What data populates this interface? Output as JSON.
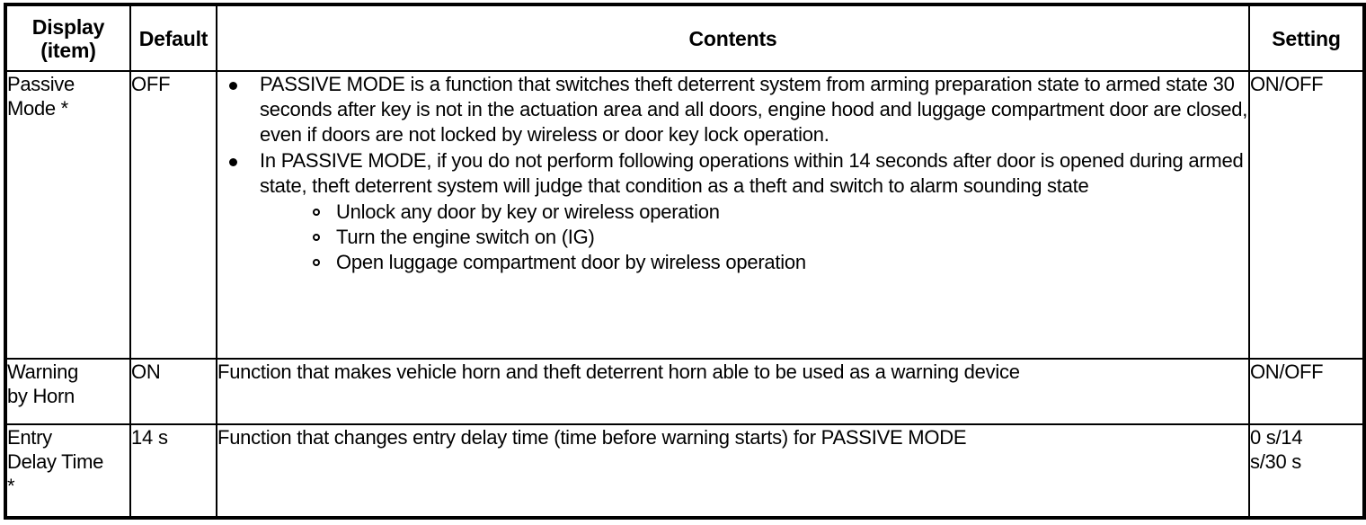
{
  "table": {
    "headers": {
      "display": "Display\n(item)",
      "default": "Default",
      "contents": "Contents",
      "setting": "Setting"
    },
    "rows": [
      {
        "display": "Passive\nMode *",
        "default": "OFF",
        "setting": "ON/OFF",
        "bullets": [
          "PASSIVE MODE is a function that switches theft deterrent system from arming preparation state to armed state 30 seconds after key is not in the actuation area and all doors, engine hood and luggage compartment door are closed, even if doors are not locked by wireless or door key lock operation.",
          "In PASSIVE MODE, if you do not perform following operations within 14 seconds after door is opened during armed state, theft deterrent system will judge that condition as a theft and switch to alarm sounding state"
        ],
        "sub_bullets": [
          "Unlock any door by key or wireless operation",
          "Turn the engine switch on (IG)",
          "Open luggage compartment door by wireless operation"
        ]
      },
      {
        "display": "Warning\nby Horn",
        "default": "ON",
        "setting": "ON/OFF",
        "contents": "Function that makes vehicle horn and theft deterrent horn able to be used as a warning device"
      },
      {
        "display": "Entry\nDelay Time\n*",
        "default": "14 s",
        "setting": "0 s/14\ns/30 s",
        "contents": "Function that changes entry delay time (time before warning starts) for PASSIVE MODE"
      }
    ]
  },
  "colors": {
    "border": "#000000",
    "text": "#000000",
    "background": "#ffffff"
  }
}
